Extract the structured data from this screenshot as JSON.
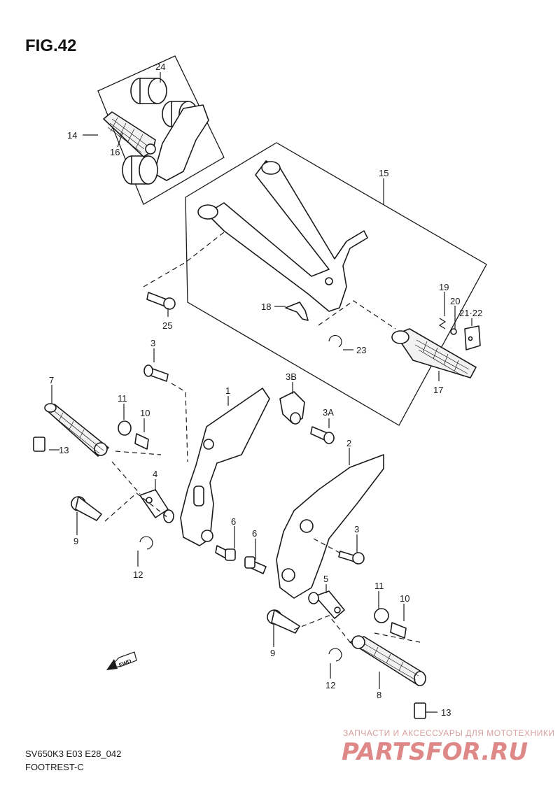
{
  "figure": {
    "title": "FIG.42",
    "model_code": "SV650K3 E03 E28_042",
    "section_name": "FOOTREST-C"
  },
  "parts": {
    "p1": "1",
    "p2": "2",
    "p3a": "3",
    "p3b": "3",
    "p3A": "3A",
    "p3B": "3B",
    "p4": "4",
    "p5": "5",
    "p6a": "6",
    "p6b": "6",
    "p7": "7",
    "p8": "8",
    "p9a": "9",
    "p9b": "9",
    "p10a": "10",
    "p10b": "10",
    "p11a": "11",
    "p11b": "11",
    "p12a": "12",
    "p12b": "12",
    "p13a": "13",
    "p13b": "13",
    "p14": "14",
    "p15": "15",
    "p16": "16",
    "p17": "17",
    "p18": "18",
    "p19": "19",
    "p20": "20",
    "p2122": "21·22",
    "p23": "23",
    "p24": "24",
    "p25": "25"
  },
  "direction_badge": {
    "text": "FWD"
  },
  "watermark": {
    "tagline": "ЗАПЧАСТИ И АКСЕССУАРЫ ДЛЯ МОТОТЕХНИКИ",
    "brand": "PARTSFOR.RU",
    "color": "#c62828"
  }
}
